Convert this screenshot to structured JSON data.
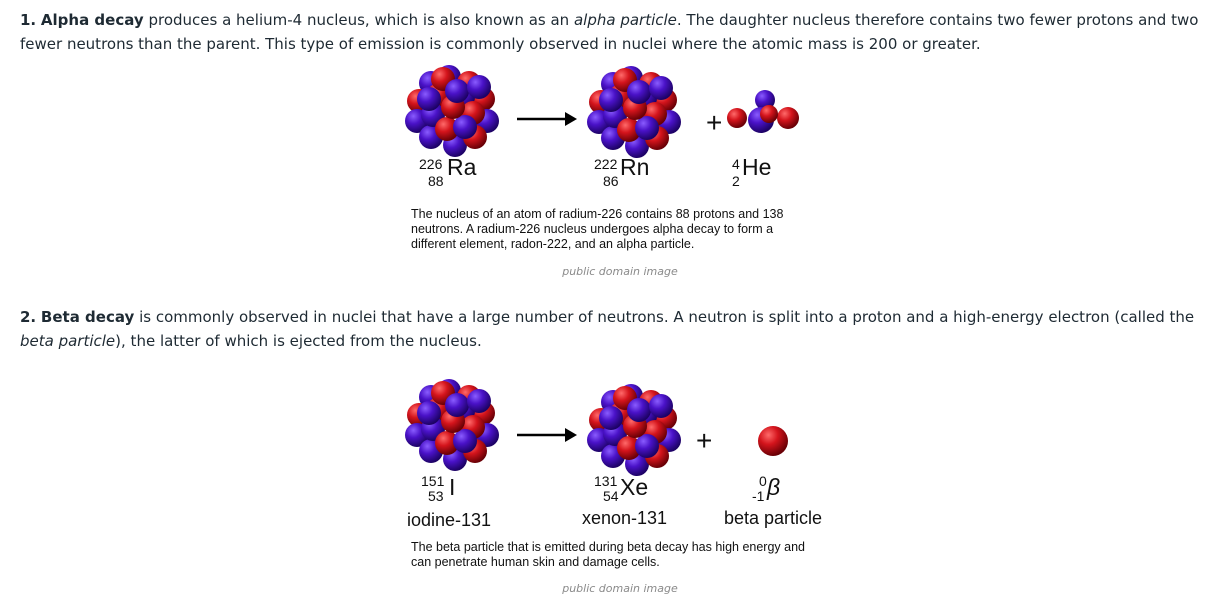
{
  "alpha": {
    "number": "1.",
    "term": "Alpha decay",
    "text_before": " produces a helium-4 nucleus, which is also known as an ",
    "emph": "alpha particle",
    "text_after": ". The daughter nucleus therefore contains two fewer protons and two fewer neutrons than the parent. This type of emission is commonly observed in nuclei where the atomic mass is 200 or greater.",
    "parent": {
      "symbol": "Ra",
      "mass": "226",
      "atomic": "88"
    },
    "daughter": {
      "symbol": "Rn",
      "mass": "222",
      "atomic": "86"
    },
    "emitted": {
      "symbol": "He",
      "mass": "4",
      "atomic": "2"
    },
    "plus": "+",
    "caption": "The nucleus of an atom of radium-226 contains 88 protons and 138 neutrons. A radium-226 nucleus undergoes alpha decay to form a different element, radon-222, and an alpha particle.",
    "credit": "public domain image"
  },
  "beta": {
    "number": "2.",
    "term": "Beta decay",
    "text_before": " is commonly observed in nuclei that have a large number of neutrons. A neutron is split into a proton and a high-energy electron (called the ",
    "emph": "beta particle",
    "text_after": "), the latter of which is ejected from the nucleus.",
    "parent": {
      "symbol": "I",
      "mass": "151",
      "atomic": "53",
      "name": "iodine-131"
    },
    "daughter": {
      "symbol": "Xe",
      "mass": "131",
      "atomic": "54",
      "name": "xenon-131"
    },
    "emitted": {
      "symbol": "β",
      "mass": "0",
      "atomic": "-1",
      "name": "beta particle"
    },
    "plus": "+",
    "caption": "The beta particle that is emitted during beta decay has high energy and can penetrate human skin and damage cells.",
    "credit": "public domain image"
  },
  "colors": {
    "proton": "#d4141c",
    "neutron": "#4a12c8",
    "text": "#1e2a33",
    "credit": "#8a8a8a"
  }
}
